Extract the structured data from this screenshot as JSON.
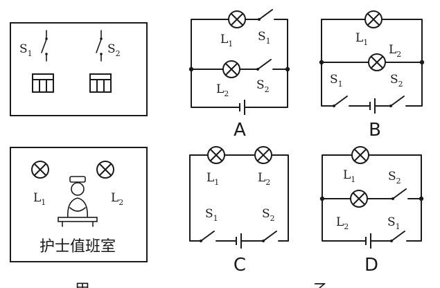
{
  "ward_panel": {
    "switch_1": {
      "letter": "S",
      "index": "1"
    },
    "switch_2": {
      "letter": "S",
      "index": "2"
    }
  },
  "nurse_panel": {
    "lamp_1": {
      "letter": "L",
      "index": "1"
    },
    "lamp_2": {
      "letter": "L",
      "index": "2"
    },
    "room_label": "护士值班室"
  },
  "options": {
    "a": {
      "label": "A"
    },
    "b": {
      "label": "B"
    },
    "c": {
      "label": "C"
    },
    "d": {
      "label": "D"
    }
  },
  "footer": {
    "char_1": "甲",
    "char_2": "乙"
  }
}
